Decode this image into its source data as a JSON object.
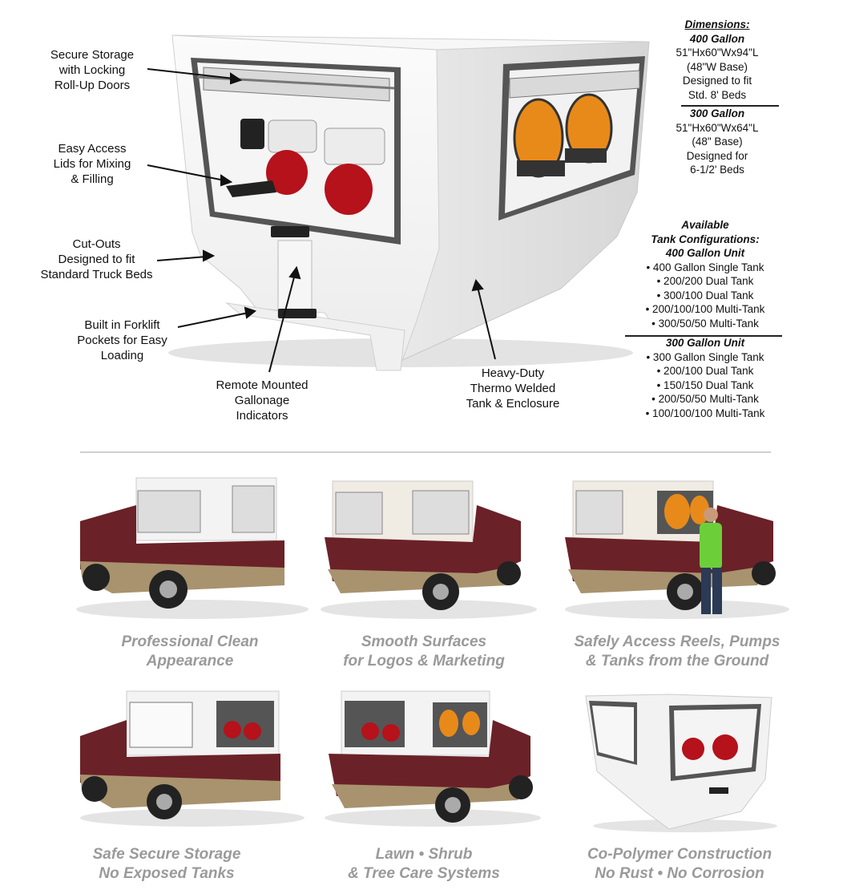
{
  "callouts": {
    "storage": [
      "Secure Storage",
      "with Locking",
      "Roll-Up Doors"
    ],
    "lids": [
      "Easy Access",
      "Lids for Mixing",
      "& Filling"
    ],
    "cutouts": [
      "Cut-Outs",
      "Designed to fit",
      "Standard Truck Beds"
    ],
    "forklift": [
      "Built in Forklift",
      "Pockets for Easy",
      "Loading"
    ],
    "gallonage": [
      "Remote Mounted",
      "Gallonage",
      "Indicators"
    ],
    "welded": [
      "Heavy-Duty",
      "Thermo Welded",
      "Tank & Enclosure"
    ]
  },
  "dimensions": {
    "heading": "Dimensions:",
    "g400": {
      "title": "400 Gallon",
      "lines": [
        "51\"Hx60\"Wx94\"L",
        "(48\"W Base)",
        "Designed to fit",
        "Std. 8' Beds"
      ]
    },
    "g300": {
      "title": "300 Gallon",
      "lines": [
        "51\"Hx60\"Wx64\"L",
        "(48\" Base)",
        "Designed for",
        "6-1/2' Beds"
      ]
    }
  },
  "configurations": {
    "heading1": "Available",
    "heading2": "Tank Configurations:",
    "unit400": {
      "title": "400 Gallon Unit",
      "items": [
        "• 400 Gallon Single Tank",
        "• 200/200 Dual Tank",
        "• 300/100 Dual Tank",
        "• 200/100/100 Multi-Tank",
        "• 300/50/50 Multi-Tank"
      ]
    },
    "unit300": {
      "title": "300 Gallon Unit",
      "items": [
        "• 300 Gallon Single Tank",
        "• 200/100 Dual Tank",
        "• 150/150 Dual Tank",
        "• 200/50/50 Multi-Tank",
        "• 100/100/100 Multi-Tank"
      ]
    }
  },
  "captions": [
    [
      "Professional Clean",
      "Appearance"
    ],
    [
      "Smooth Surfaces",
      "for Logos & Marketing"
    ],
    [
      "Safely Access Reels, Pumps",
      "& Tanks from the Ground"
    ],
    [
      "Safe Secure Storage",
      "No Exposed Tanks"
    ],
    [
      "Lawn • Shrub",
      "& Tree Care Systems"
    ],
    [
      "Co-Polymer Construction",
      "No Rust • No Corrosion"
    ]
  ],
  "colors": {
    "truck_body": "#6b2128",
    "truck_lower": "#a8936e",
    "enclosure": "#f4f4f4",
    "engine_red": "#b5121b",
    "reel_orange": "#e88a1a",
    "caption_gray": "#9a9a9a"
  }
}
